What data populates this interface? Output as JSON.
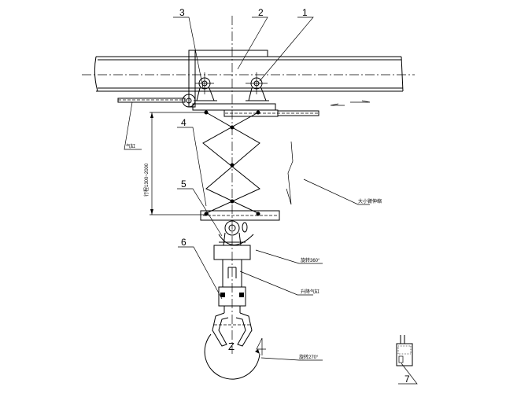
{
  "part_labels": [
    "1",
    "2",
    "3",
    "4",
    "5",
    "6",
    "7"
  ],
  "axis_label": "Z",
  "annotations": {
    "left_arm": "气缸",
    "stroke": "行程1300~2000",
    "telescopic": "大小臂伸缩",
    "rotate_360": "旋转360°",
    "lift": "升降气缸",
    "rotate_270": "旋转270°"
  }
}
